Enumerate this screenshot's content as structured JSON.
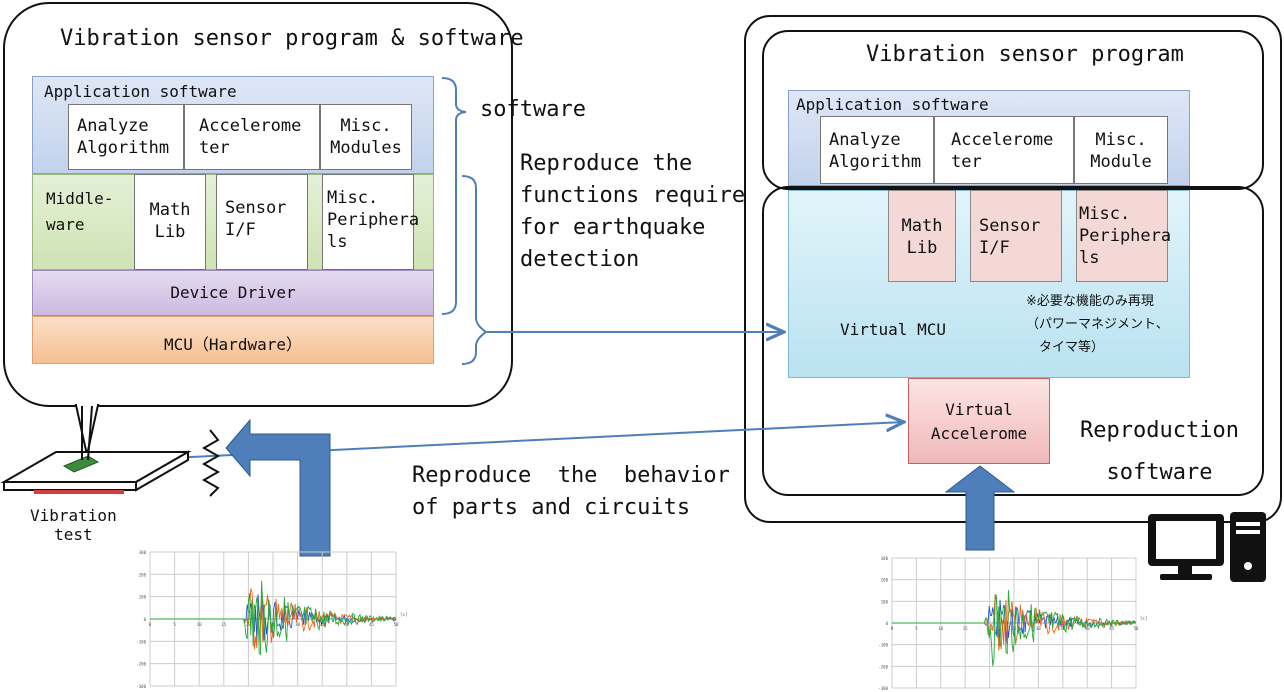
{
  "left_panel": {
    "title": "Vibration sensor program & software",
    "app_label": "Application software",
    "app_modules": [
      "Analyze\nAlgorithm",
      "Accelerome\nter",
      "Misc.\nModules"
    ],
    "middleware_label": "Middle-\nware",
    "middleware_modules": [
      "Math\nLib",
      "Sensor\nI/F",
      "Misc.\nPeriphera\nls"
    ],
    "device_driver": "Device Driver",
    "mcu": "MCU（Hardware）"
  },
  "software_label": "software",
  "reproduce_functions_text": "Reproduce the\nfunctions required\nfor earthquake\ndetection",
  "reproduce_behavior_text": "Reproduce  the  behavior\nof parts and circuits",
  "vibration_test_label": "Vibration\ntest",
  "right_panel": {
    "title": "Vibration sensor program",
    "app_label": "Application software",
    "app_modules": [
      "Analyze\nAlgorithm",
      "Accelerome\nter",
      "Misc.\nModule"
    ],
    "virtual_modules": [
      "Math\nLib",
      "Sensor\nI/F",
      "Misc.\nPeriphera\nls"
    ],
    "note": "※必要な機能のみ再現\n（パワーマネジメント、\n　タイマ等）",
    "virtual_mcu": "Virtual MCU",
    "virtual_accelerometer": "Virtual\nAccelerome",
    "reproduction_label": "Reproduction\nsoftware"
  },
  "waveform": {
    "x_ticks": [
      "0",
      "5",
      "10",
      "15",
      "20",
      "25",
      "30",
      "35",
      "40",
      "45",
      "50"
    ],
    "y_ticks": [
      "300",
      "200",
      "100",
      "0",
      "-100",
      "-200",
      "-300"
    ],
    "x_unit": "[s]",
    "series_colors": [
      "#2255cc",
      "#ee6622",
      "#22aa33"
    ]
  },
  "colors": {
    "app_layer": "#c9d7ee",
    "middleware_layer": "#d6e8c0",
    "driver_layer": "#d9cbe6",
    "mcu_layer": "#f7caa6",
    "virtual_mcu": "#c6e8f3",
    "virtual_accel": "#f2c4c4",
    "arrow_blue": "#4f7fba"
  }
}
